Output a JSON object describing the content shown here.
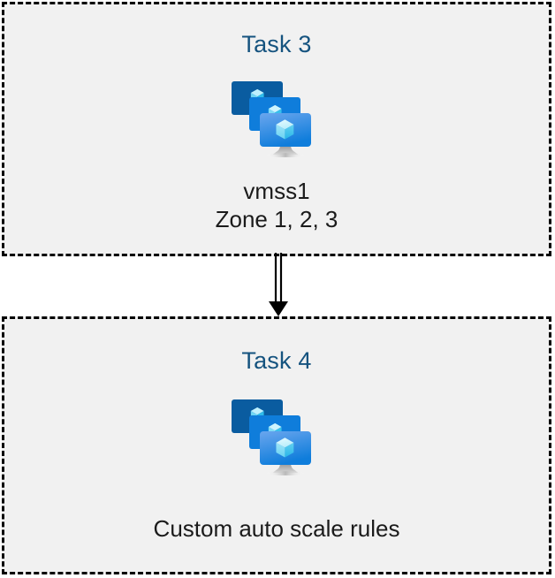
{
  "diagram": {
    "background_color": "#ffffff",
    "box_fill_color": "#f1f1f1",
    "box_border_color": "#000000",
    "title_color": "#15537f",
    "caption_color": "#1b1b1b",
    "connector_color": "#000000"
  },
  "boxes": [
    {
      "id": "task-3",
      "title": "Task 3",
      "icon": "azure-vm-scale-set-icon",
      "caption_lines": [
        "vmss1",
        "Zone 1, 2, 3"
      ]
    },
    {
      "id": "task-4",
      "title": "Task 4",
      "icon": "azure-vm-scale-set-icon",
      "caption_lines": [
        "Custom auto scale rules"
      ]
    }
  ],
  "connector": {
    "name": "double-line-arrow-down",
    "from": "task-3",
    "to": "task-4",
    "label": ""
  }
}
